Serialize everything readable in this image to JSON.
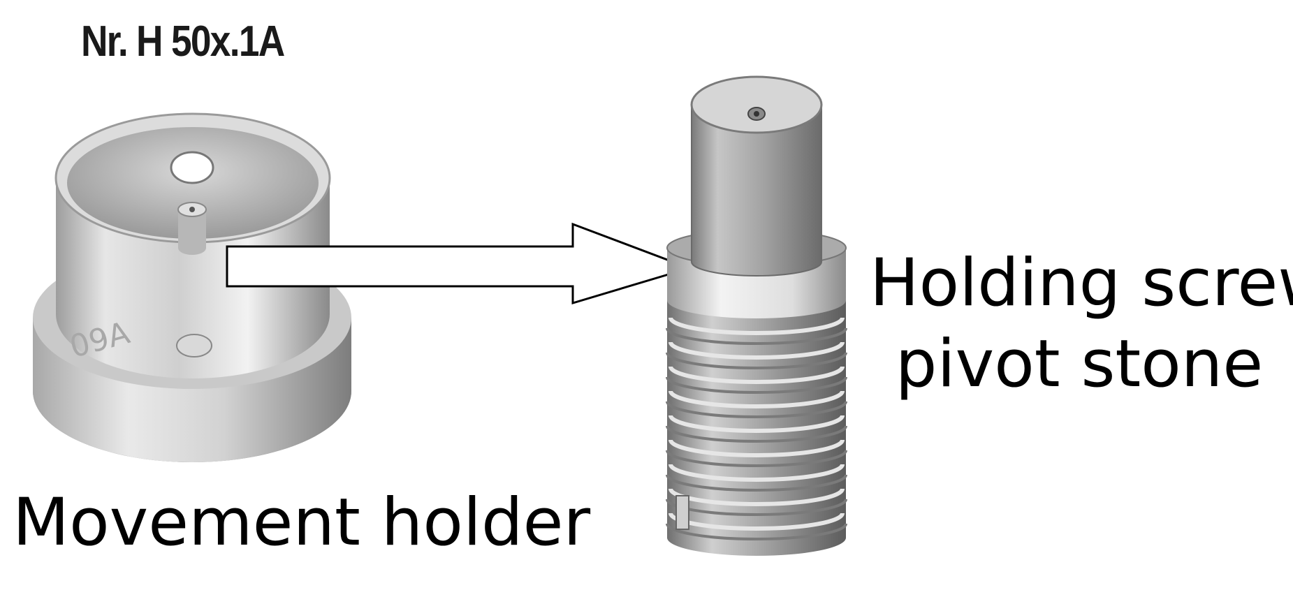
{
  "part_number": "Nr. H 50x.1A",
  "labels": {
    "holder": "Movement holder",
    "screw_line1": "Holding screw",
    "screw_line2": "pivot stone"
  },
  "engraving": "09A",
  "colors": {
    "metal_light": "#e8e8e8",
    "metal_mid": "#b9b9b9",
    "metal_dark": "#6e6e6e",
    "screw_grey": "#8c8c8c",
    "arrow_fill": "#ffffff",
    "arrow_stroke": "#000000"
  }
}
